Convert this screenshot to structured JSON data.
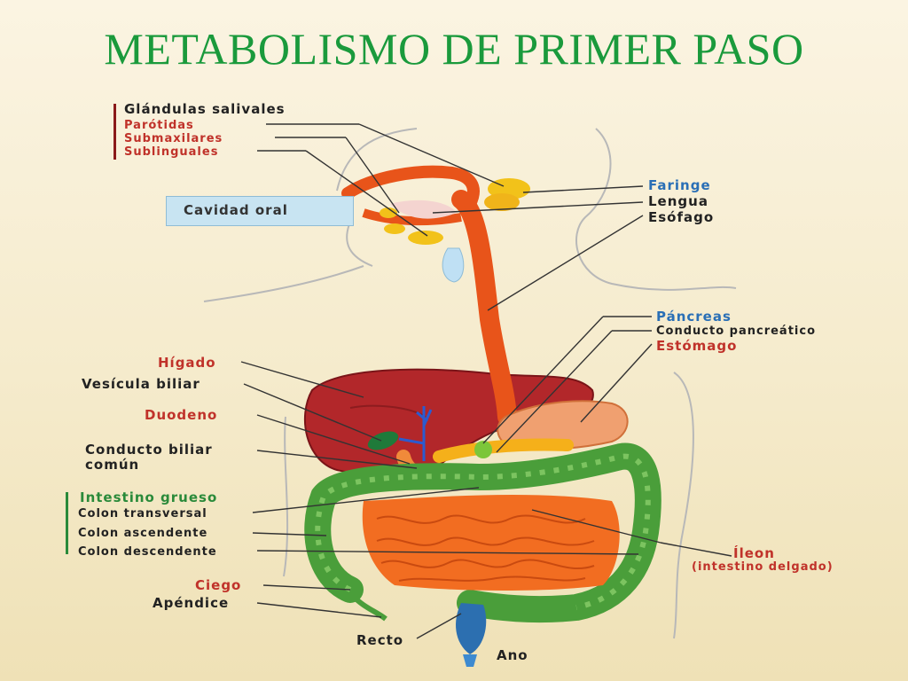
{
  "title": "METABOLISMO DE PRIMER PASO",
  "labels": {
    "glandulas": "Glándulas salivales",
    "parotidas": "Parótidas",
    "submaxilares": "Submaxilares",
    "sublinguales": "Sublinguales",
    "cavidad_oral": "Cavidad oral",
    "faringe": "Faringe",
    "lengua": "Lengua",
    "esofago": "Esófago",
    "pancreas": "Páncreas",
    "conducto_pancreatico": "Conducto pancreático",
    "estomago": "Estómago",
    "higado": "Hígado",
    "vesicula": "Vesícula biliar",
    "duodeno": "Duodeno",
    "conducto_biliar_1": "Conducto biliar",
    "conducto_biliar_2": "común",
    "intestino_grueso": "Intestino grueso",
    "colon_transversal": "Colon transversal",
    "colon_ascendente": "Colon ascendente",
    "colon_descendente": "Colon descendente",
    "ileon": "Íleon",
    "intestino_delgado": "(intestino delgado)",
    "ciego": "Ciego",
    "apendice": "Apéndice",
    "recto": "Recto",
    "ano": "Ano"
  },
  "colors": {
    "title": "#1a9a3c",
    "liver": "#b2272a",
    "esophagus": "#e8541a",
    "colon": "#4a9e3a",
    "small_intestine": "#f26d21",
    "stomach": "#f0a070",
    "glands": "#f2c21a",
    "rectum": "#2c6fb0"
  }
}
